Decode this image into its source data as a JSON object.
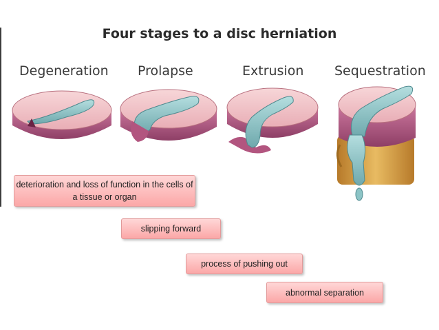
{
  "title": "Four stages to a disc herniation",
  "stages": [
    {
      "label": "Degeneration"
    },
    {
      "label": "Prolapse"
    },
    {
      "label": "Extrusion"
    },
    {
      "label": "Sequestration"
    }
  ],
  "callouts": [
    {
      "text": "deterioration and loss of function in the cells of a tissue or organ"
    },
    {
      "text": "slipping forward"
    },
    {
      "text": "process of pushing out"
    },
    {
      "text": "abnormal separation"
    }
  ],
  "colors": {
    "disc_ring": "#a8517a",
    "disc_top": "#f1c4c9",
    "nucleus": "#8cc4c6",
    "vertebra": "#d9a84a",
    "callout": "#fba7a7"
  }
}
